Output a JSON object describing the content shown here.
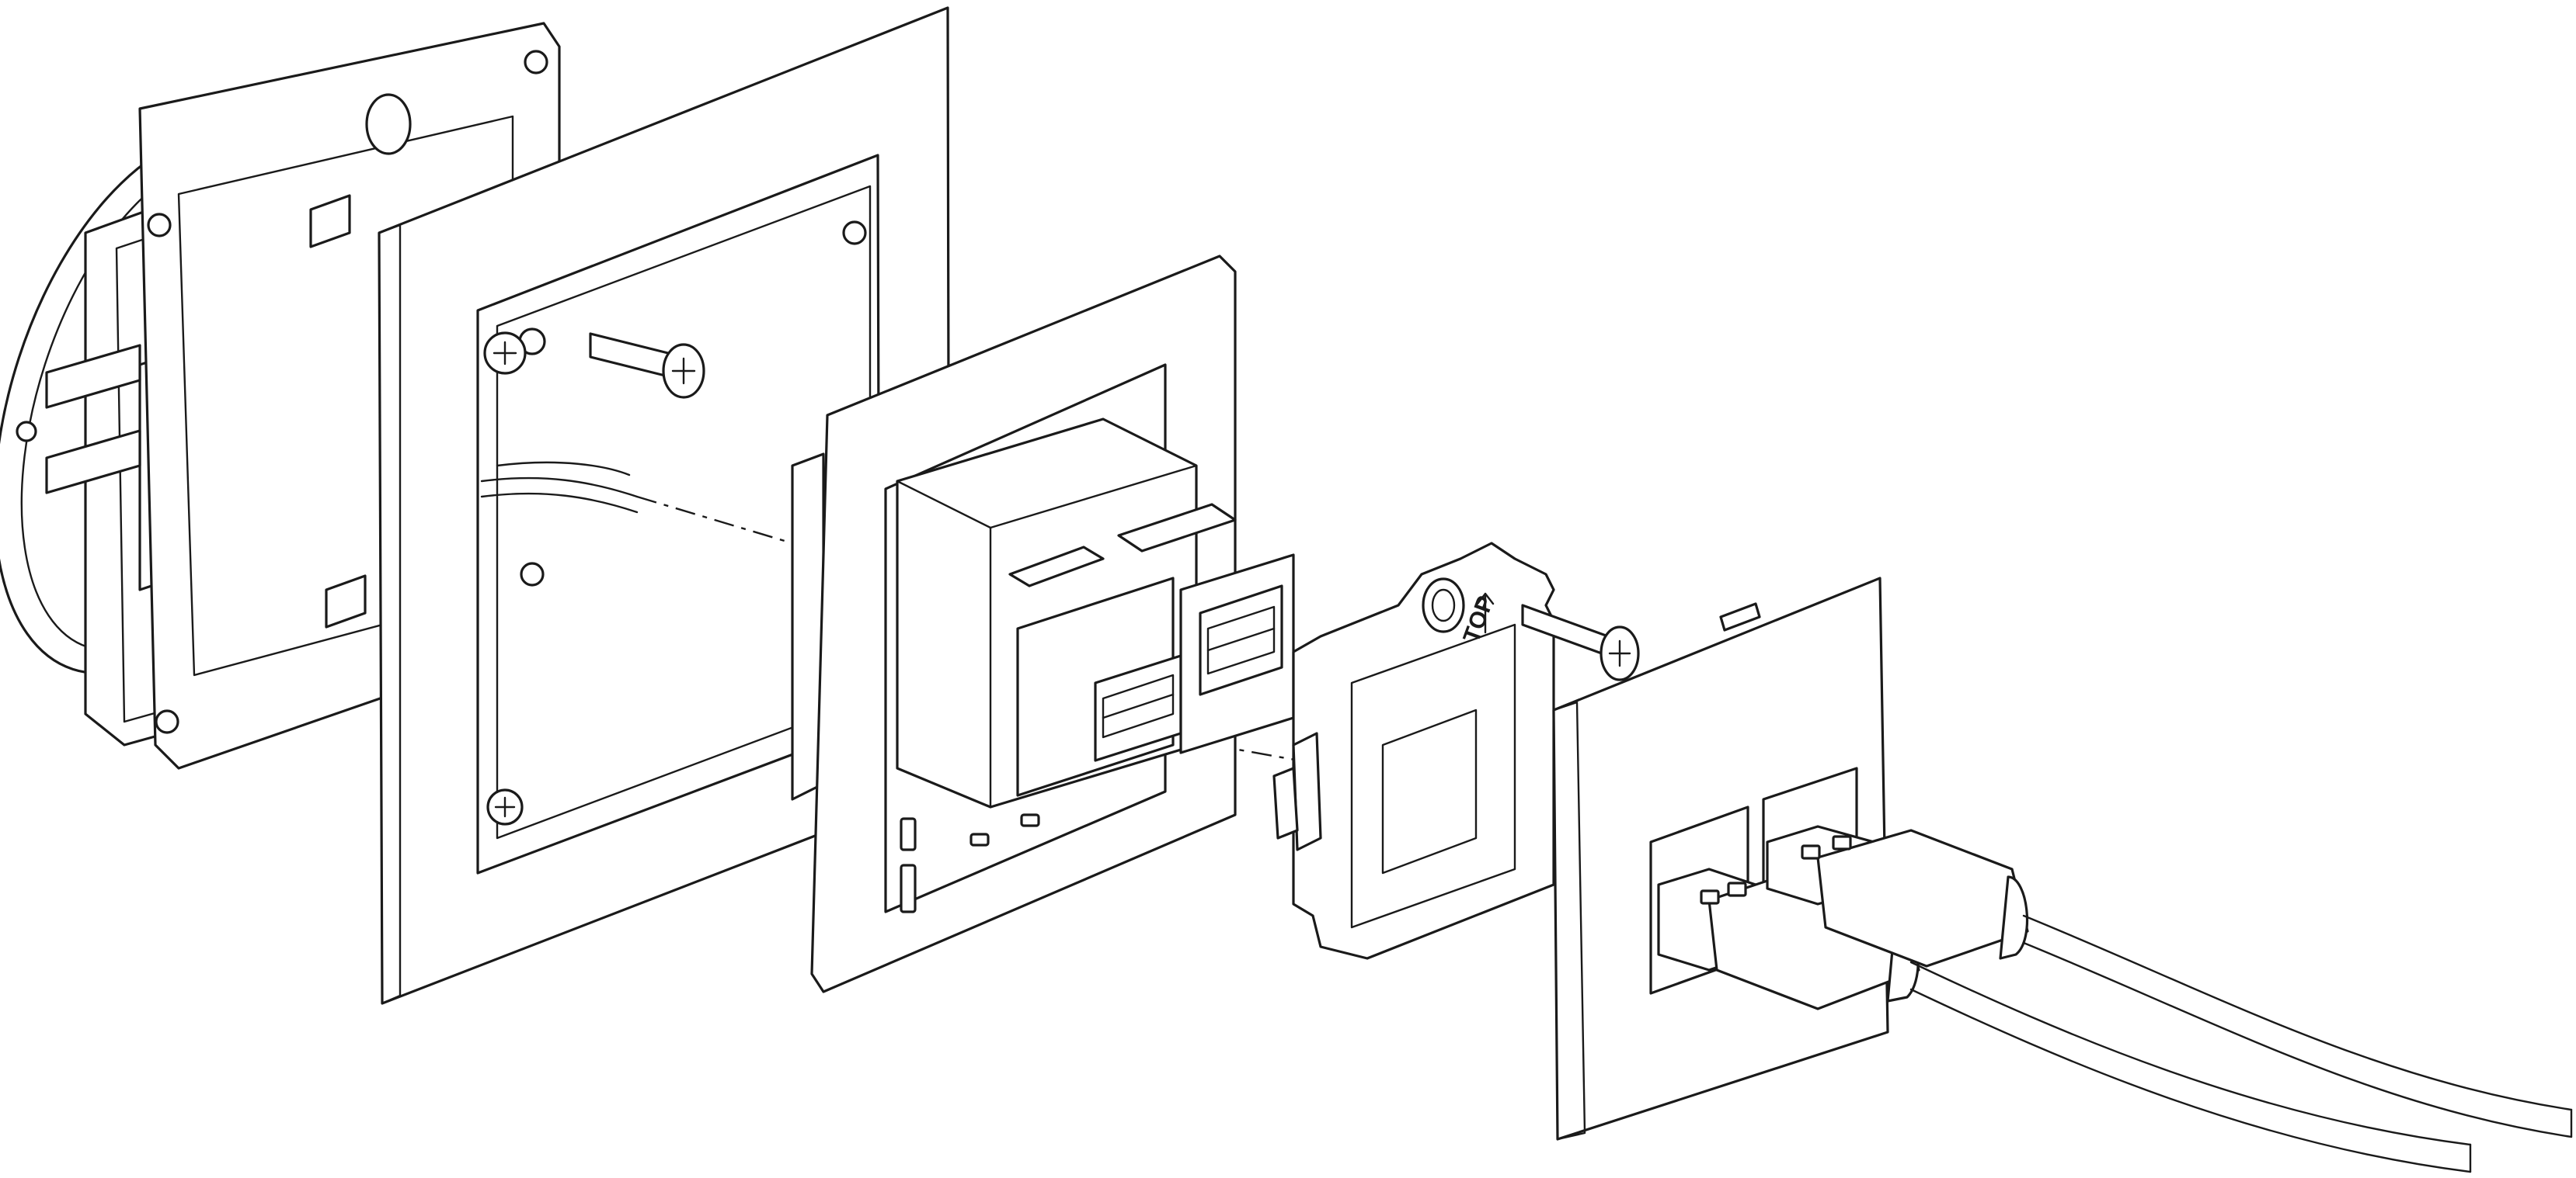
{
  "diagram": {
    "kind": "exploded assembly line drawing",
    "components": [
      "mounting-box-with-support-frame",
      "outer-frame",
      "usb-socket-insert",
      "socket-support-plate",
      "cover-plate",
      "usb-cables"
    ],
    "labels": {
      "top_marking": "TOP"
    },
    "colors": {
      "line": "#1a1a1a",
      "background": "#ffffff"
    }
  }
}
